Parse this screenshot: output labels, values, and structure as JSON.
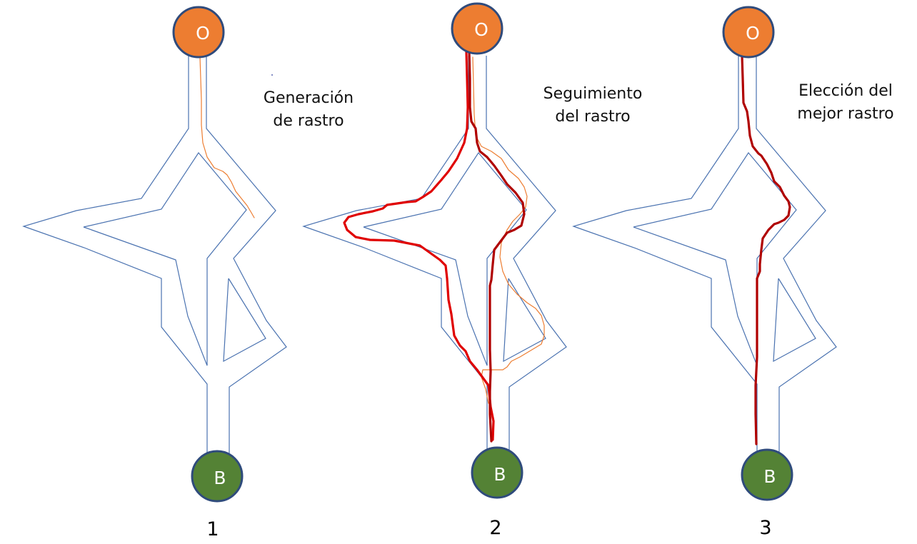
{
  "figure": {
    "panels": [
      {
        "number": "1",
        "caption_lines": [
          "Generación",
          "de rastro"
        ],
        "origin_label": "O",
        "destination_label": "B",
        "trails": [
          "thin-generation"
        ]
      },
      {
        "number": "2",
        "caption_lines": [
          "Seguimiento",
          "del rastro"
        ],
        "origin_label": "O",
        "destination_label": "B",
        "trails": [
          "thin-generation",
          "bright-red-left",
          "dark-red-right"
        ]
      },
      {
        "number": "3",
        "caption_lines": [
          "Elección del",
          "mejor rastro"
        ],
        "origin_label": "O",
        "destination_label": "B",
        "trails": [
          "dark-red-best"
        ]
      }
    ]
  },
  "colors": {
    "maze_wall": "#4a72b0",
    "origin_fill": "#ed7d31",
    "destination_fill": "#548235",
    "node_stroke": "#2f4b7c",
    "trail_generation": "#ed7d31",
    "trail_bright_red": "#e00000",
    "trail_dark_red": "#b00000"
  }
}
